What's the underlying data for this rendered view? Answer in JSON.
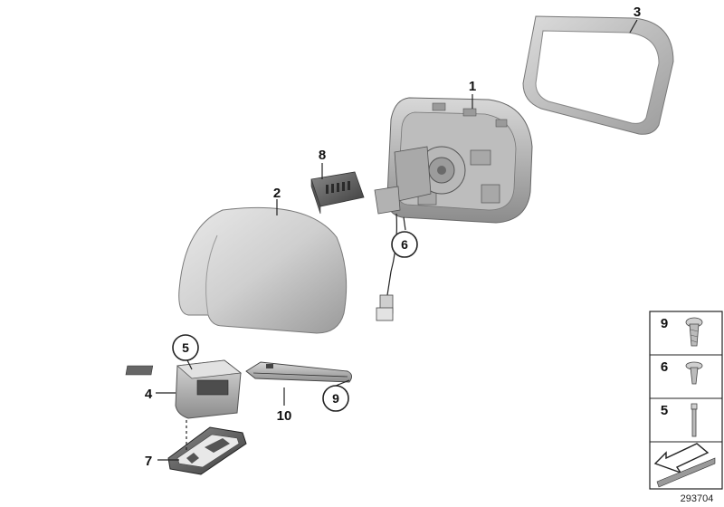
{
  "diagram": {
    "reference_number": "293704",
    "parts": [
      {
        "id": "p1",
        "label": "1",
        "name": "mirror-glass-housing"
      },
      {
        "id": "p2",
        "label": "2",
        "name": "mirror-cap-cover"
      },
      {
        "id": "p3",
        "label": "3",
        "name": "mirror-frame-ring"
      },
      {
        "id": "p4",
        "label": "4",
        "name": "mirror-base"
      },
      {
        "id": "p6",
        "label": "6",
        "name": "mirror-actuator-motor"
      },
      {
        "id": "p7",
        "label": "7",
        "name": "base-gasket"
      },
      {
        "id": "p8",
        "label": "8",
        "name": "control-module"
      },
      {
        "id": "p10",
        "label": "10",
        "name": "lower-trim-cover"
      },
      {
        "id": "c5",
        "label": "5",
        "circled": true
      },
      {
        "id": "c9",
        "label": "9",
        "circled": true
      }
    ],
    "legend": [
      {
        "label": "9",
        "icon": "torx-screw-large-icon"
      },
      {
        "label": "6",
        "icon": "torx-screw-flat-icon"
      },
      {
        "label": "5",
        "icon": "bolt-long-icon"
      }
    ],
    "legend_arrow_icon": "assembly-arrow-icon"
  }
}
